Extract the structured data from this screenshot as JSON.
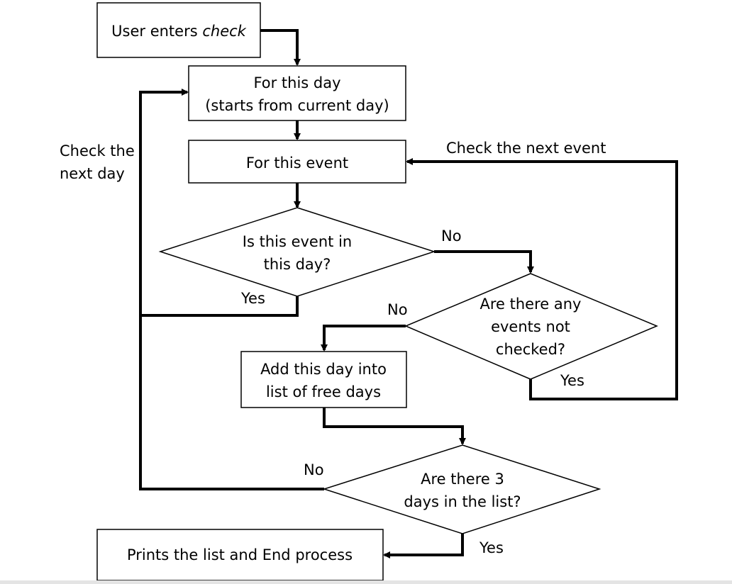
{
  "nodes": {
    "start": {
      "text_plain": "User enters ",
      "text_italic": "check"
    },
    "for_day": {
      "line1": "For this day",
      "line2": "(starts from current day)"
    },
    "for_event": {
      "text": "For this event"
    },
    "decision_event_in_day": {
      "line1": "Is this event in",
      "line2": "this day?"
    },
    "decision_unchecked": {
      "line1": "Are there any",
      "line2": "events not",
      "line3": "checked?"
    },
    "add_day": {
      "line1": "Add this day into",
      "line2": "list of free days"
    },
    "decision_three_days": {
      "line1": "Are there 3",
      "line2": "days in the list?"
    },
    "end": {
      "text": "Prints the list and End process"
    }
  },
  "labels": {
    "check_next_day_line1": "Check the",
    "check_next_day_line2": "next day",
    "check_next_event": "Check the next event",
    "event_in_day_no": "No",
    "event_in_day_yes": "Yes",
    "unchecked_no": "No",
    "unchecked_yes": "Yes",
    "three_days_no": "No",
    "three_days_yes": "Yes"
  },
  "colors": {
    "line": "#000000",
    "background": "#ffffff"
  }
}
